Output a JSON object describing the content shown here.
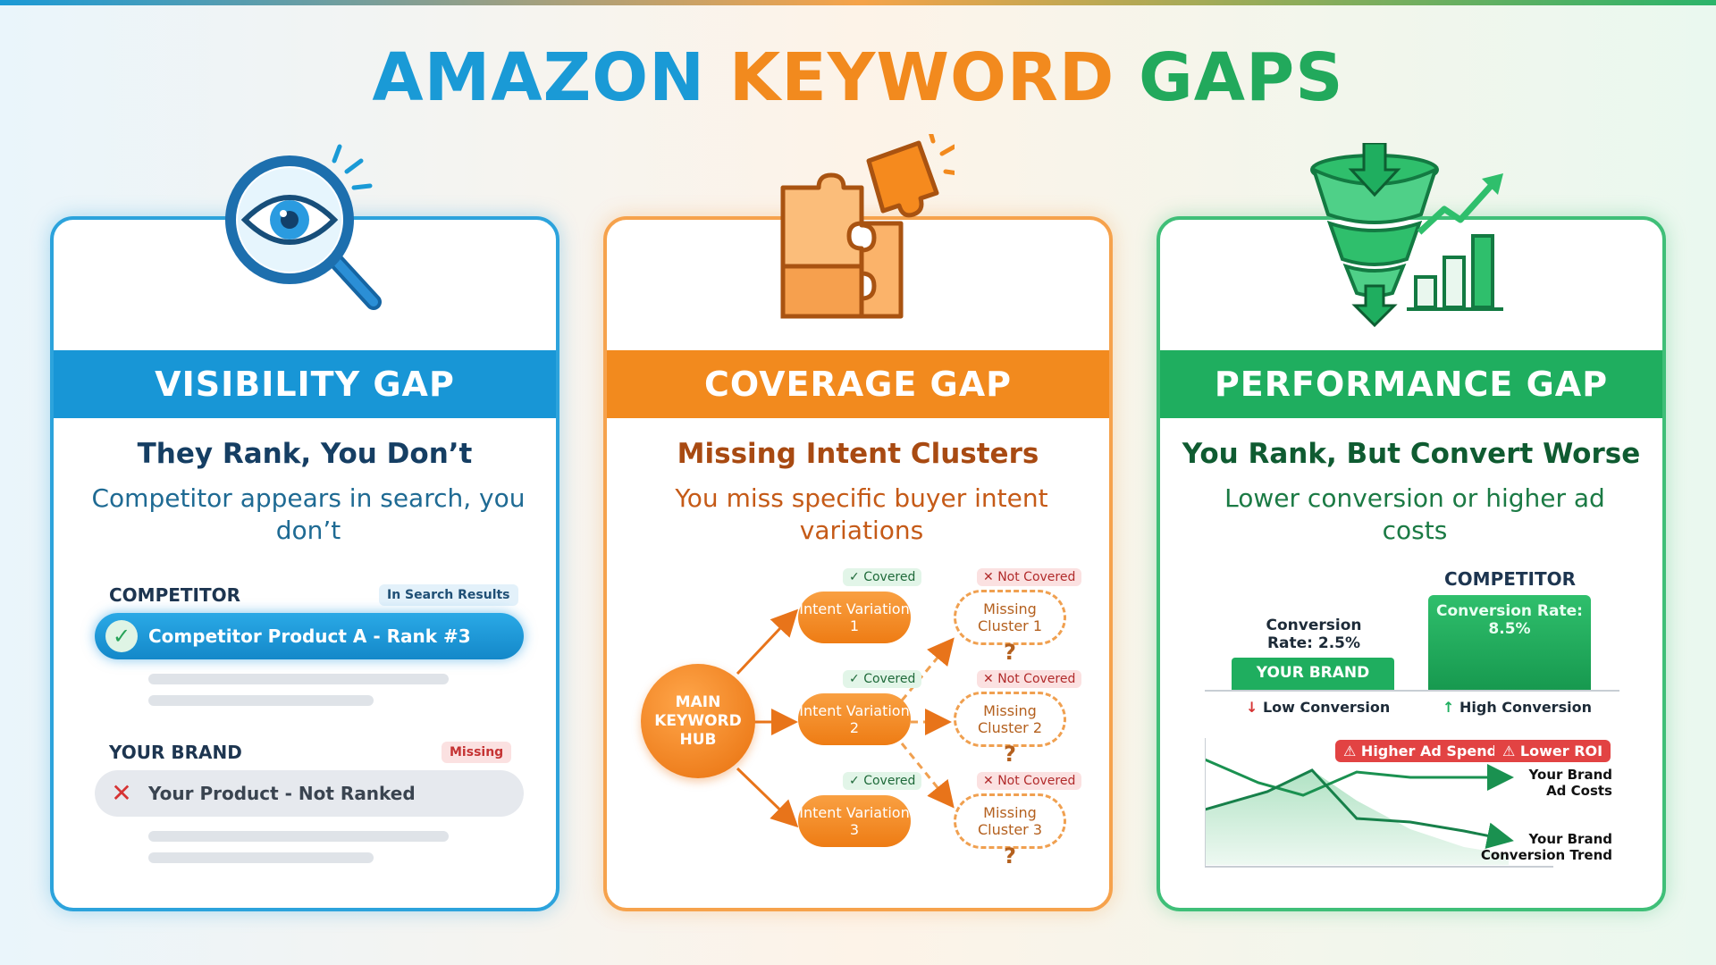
{
  "title": {
    "part1": "AMAZON",
    "part2": "KEYWORD",
    "part3": "GAPS"
  },
  "colors": {
    "blue": "#1896d6",
    "orange": "#f28a1e",
    "green": "#1fae5f",
    "red": "#e24343"
  },
  "cards": {
    "visibility": {
      "icon": "magnifier-eye-icon",
      "header": "VISIBILITY GAP",
      "subtitle": "They Rank, You Don’t",
      "description": "Competitor appears in search, you don’t",
      "competitor_label": "COMPETITOR",
      "competitor_chip": "In Search Results",
      "competitor_item": "Competitor Product A - Rank #3",
      "brand_label": "YOUR BRAND",
      "brand_chip": "Missing",
      "brand_item": "Your Product - Not Ranked"
    },
    "coverage": {
      "icon": "puzzle-icon",
      "header": "COVERAGE GAP",
      "subtitle": "Missing Intent Clusters",
      "description": "You miss specific buyer intent variations",
      "hub": "MAIN KEYWORD HUB",
      "covered_tag": "Covered",
      "not_covered_tag": "Not Covered",
      "question": "?",
      "variations": [
        "Intent Variation 1",
        "Intent Variation 2",
        "Intent Variation 3"
      ],
      "missing": [
        "Missing Cluster 1",
        "Missing Cluster 2",
        "Missing Cluster 3"
      ]
    },
    "performance": {
      "icon": "funnel-growth-icon",
      "header": "PERFORMANCE GAP",
      "subtitle": "You Rank, But Convert Worse",
      "description": "Lower conversion or higher ad costs",
      "competitor_label": "COMPETITOR",
      "competitor_rate": "Conversion Rate: 8.5%",
      "brand_rate": "Conversion Rate: 2.5%",
      "brand_label": "YOUR BRAND",
      "low_conv": "Low Conversion",
      "high_conv": "High Conversion",
      "warn1": "Higher Ad Spend",
      "warn2": "Lower ROI",
      "line1_label": "Your Brand Ad Costs",
      "line2_label": "Your Brand Conversion Trend"
    }
  }
}
